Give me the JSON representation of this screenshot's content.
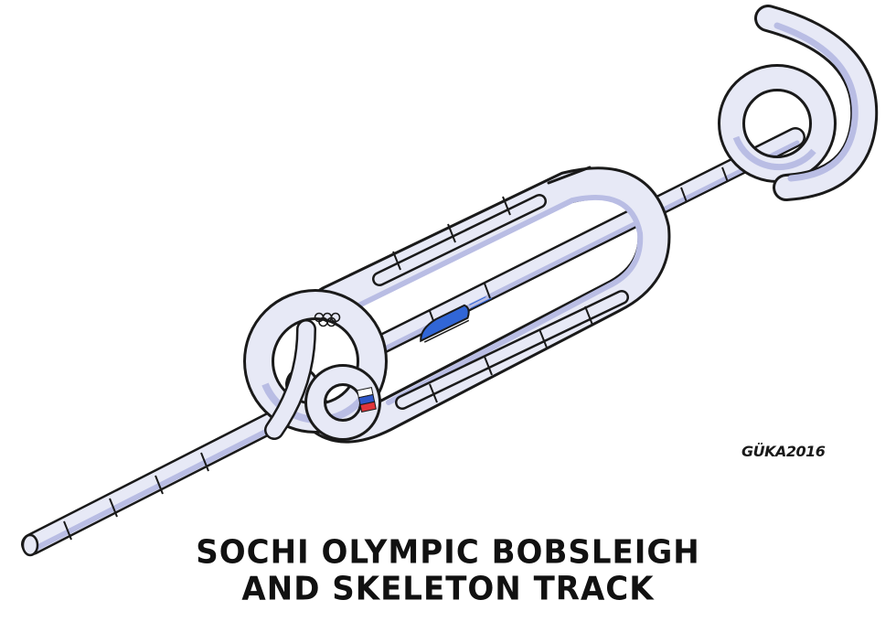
{
  "caption": {
    "line1": "SOCHI OLYMPIC BOBSLEIGH",
    "line2": "AND SKELETON TRACK"
  },
  "signature": "GÜKA2016",
  "colors": {
    "track_fill": "#e7e9f6",
    "track_shade": "#b9bde4",
    "outline": "#1a1a1a",
    "flag_white": "#ffffff",
    "flag_blue": "#2f57c8",
    "flag_red": "#e0343a",
    "sled": "#3166d6"
  },
  "icons": [
    "olympic-rings-icon",
    "russian-flag-icon",
    "bobsleigh-sled-icon"
  ]
}
